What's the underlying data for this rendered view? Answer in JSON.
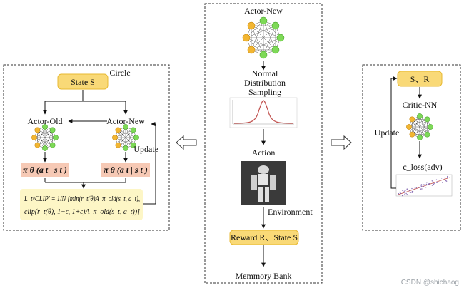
{
  "center": {
    "actor_new": "Actor-New",
    "sampling": [
      "Normal",
      "Distribution",
      "Sampling"
    ],
    "action": "Action",
    "environment": "Environment",
    "reward_box": "Reward R、State S",
    "memory": "Memmory Bank"
  },
  "left": {
    "circle": "Circle",
    "state_box": "State  S",
    "actor_old": "Actor-Old",
    "actor_new": "Actor-New",
    "update": "Update",
    "policy_old": "π θ (a t | s t )",
    "policy_new": "π θ (a t | s t )",
    "formula_line1": "L_t^CLIP' = 1/N [min(r_t(θ)A_π_old(s_t, a_t),",
    "formula_line2": "clip(r_t(θ), 1−ε, 1+ε)A_π_old(s_t, a_t))]"
  },
  "right": {
    "sr_box": "S、R",
    "critic": "Critic-NN",
    "update": "Update",
    "loss": "c_loss(adv)"
  },
  "watermark": "CSDN @shichaog",
  "colors": {
    "box_fill": "#f9d977",
    "box_stroke": "#e8b930",
    "policy_fill": "#f6c9b5",
    "formula_fill": "#fdf6c6",
    "node_green": "#7ed957",
    "node_yellow": "#f2b632",
    "curve_red": "#c0504d"
  }
}
